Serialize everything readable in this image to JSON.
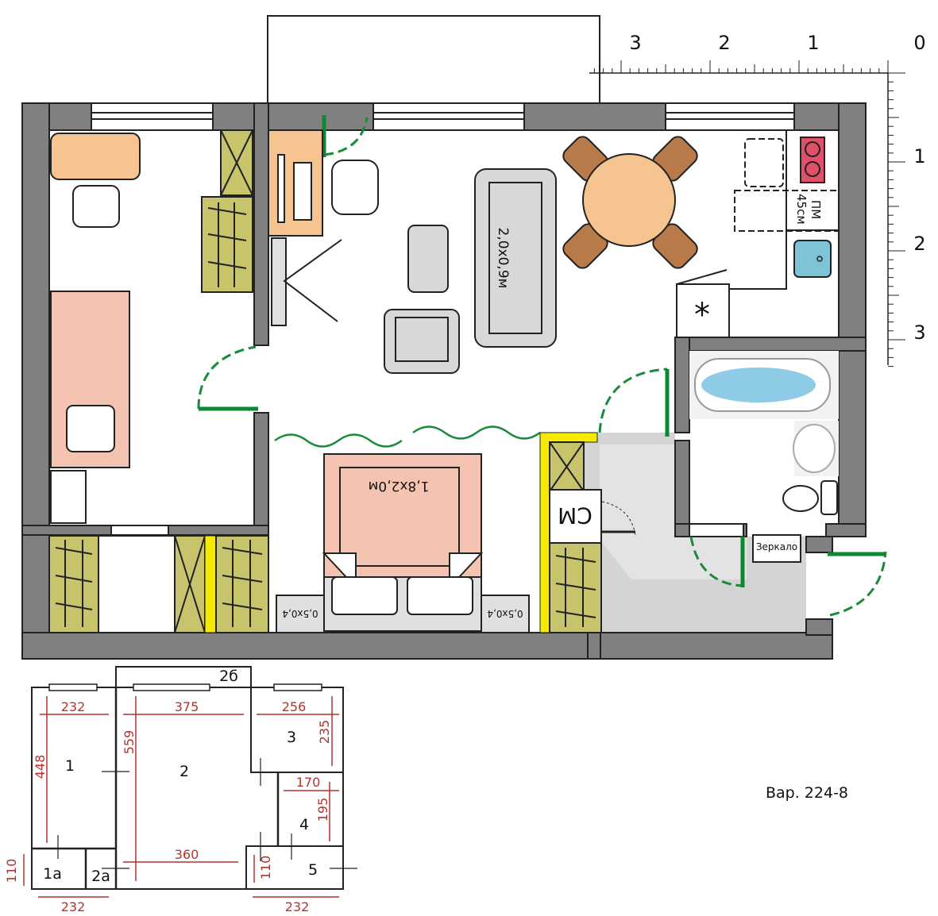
{
  "scale": {
    "horizontal_labels": [
      "3",
      "2",
      "1",
      "0"
    ],
    "vertical_labels": [
      "1",
      "2",
      "3"
    ]
  },
  "furniture_labels": {
    "sofa": "2,0x0,9м",
    "bed": "1,8x2,0м",
    "nightstand_left": "0,5x0,4",
    "nightstand_right": "0,5x0,4",
    "washing_machine": "СМ",
    "dishwasher": "ПМ",
    "dishwasher_width": "45см",
    "fridge": "*",
    "mirror": "Зеркало"
  },
  "scheme": {
    "rooms": [
      "1",
      "1а",
      "2",
      "2а",
      "2б",
      "3",
      "4",
      "5"
    ],
    "dimensions": {
      "room1_width": "232",
      "room1_length": "448",
      "room2_width": "375",
      "room2_length": "559",
      "room2_bottom_width": "360",
      "room3_width": "256",
      "room3_length": "235",
      "room4_width": "170",
      "room4_length": "195",
      "room1a_height": "110",
      "room5_height": "110",
      "bottom_left_width": "232",
      "bottom_right_width": "232"
    }
  },
  "variant_label": "Вар. 224-8",
  "colors": {
    "wall": "#808080",
    "closet": "#c8c46c",
    "door": "#1a8a3a",
    "dimension": "#b5322e",
    "bed": "#f5c4b0",
    "table": "#f5c490",
    "chair": "#b97a4a",
    "hallway": "#d4d4d4"
  }
}
